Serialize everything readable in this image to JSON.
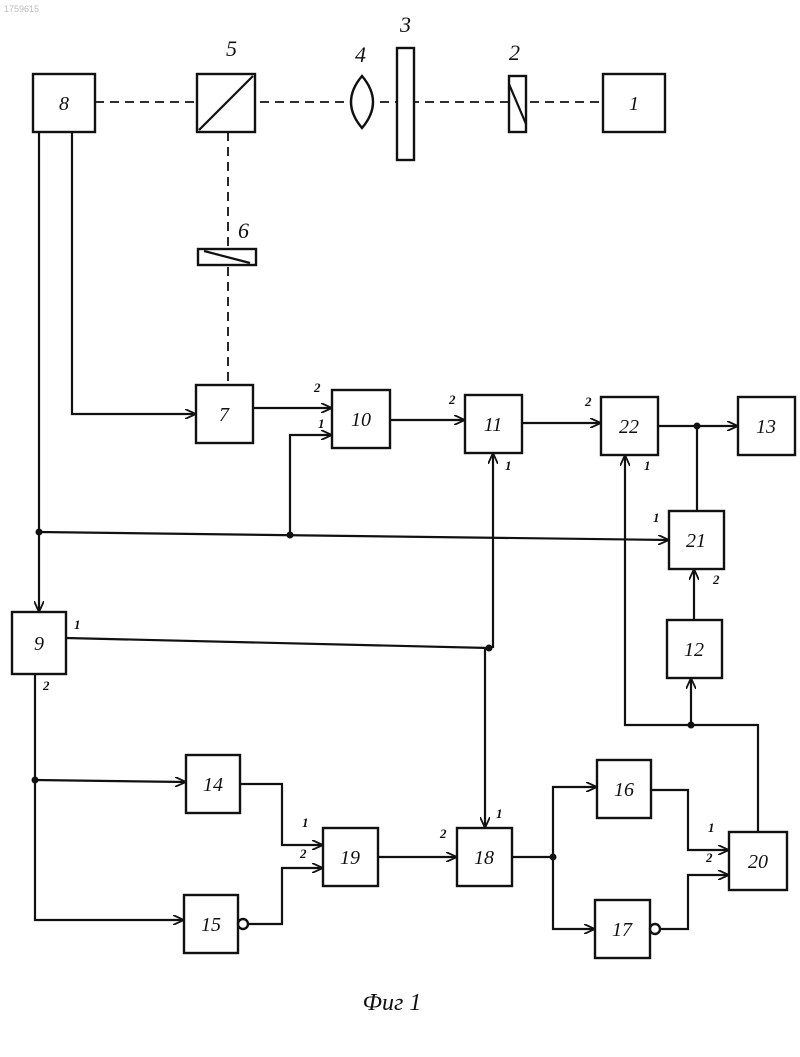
{
  "doc_id": "1759615",
  "caption": "Фиг 1",
  "blocks": {
    "b1": "1",
    "b7": "7",
    "b8": "8",
    "b9": "9",
    "b10": "10",
    "b11": "11",
    "b12": "12",
    "b13": "13",
    "b14": "14",
    "b15": "15",
    "b16": "16",
    "b17": "17",
    "b18": "18",
    "b19": "19",
    "b20": "20",
    "b21": "21",
    "b22": "22"
  },
  "optics": {
    "o2": "2",
    "o3": "3",
    "o4": "4",
    "o5": "5",
    "o6": "6"
  },
  "pins": {
    "p1": "1",
    "p2": "2"
  }
}
